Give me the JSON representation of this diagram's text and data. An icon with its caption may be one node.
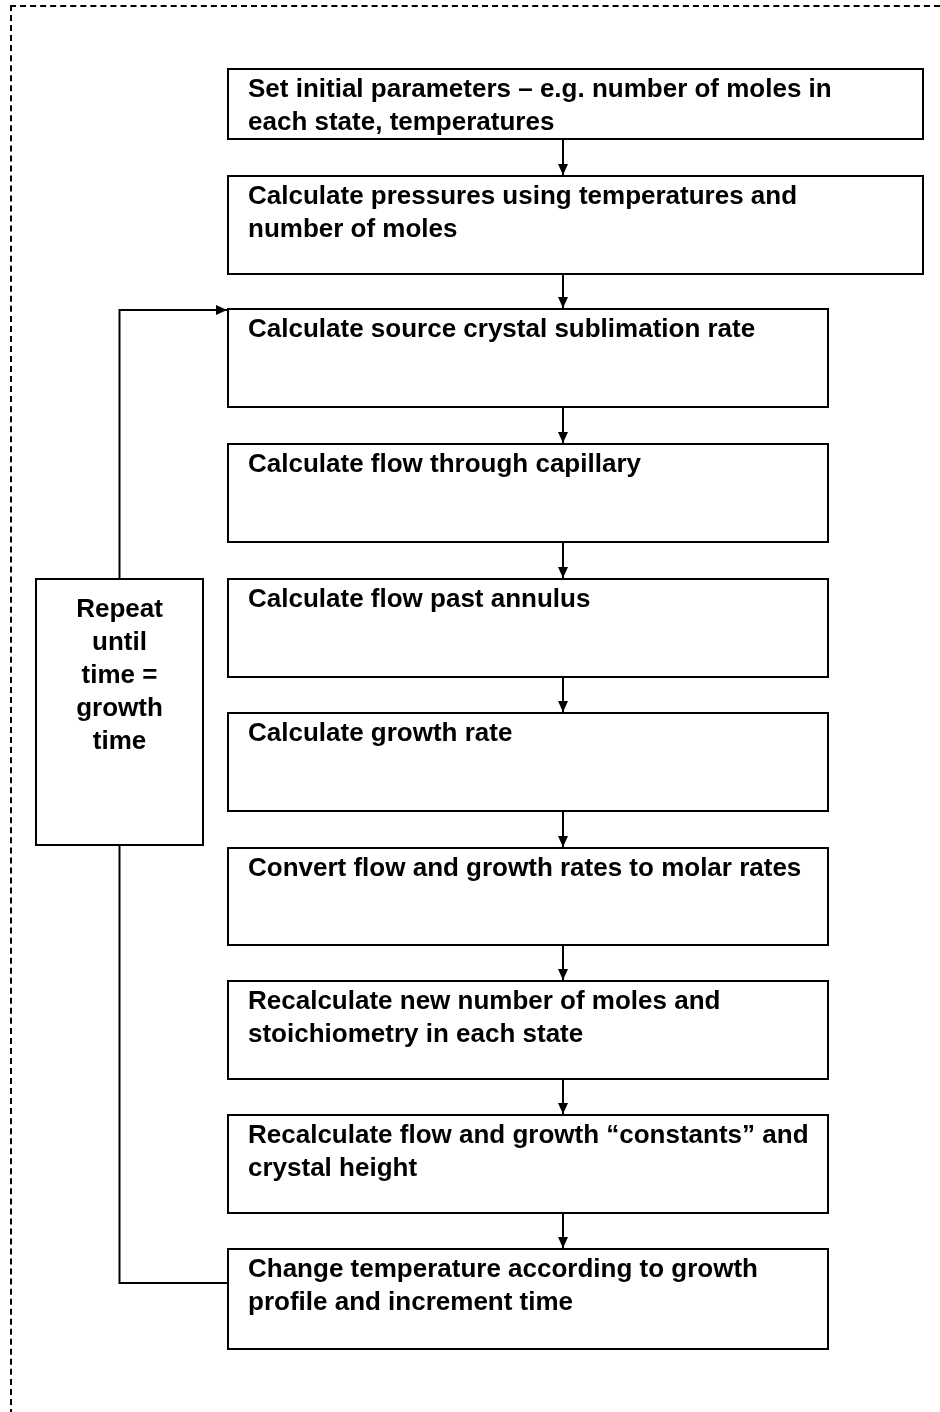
{
  "diagram": {
    "nodes": [
      {
        "text": [
          "Set initial parameters – e.g. number of moles in each state, temperatures"
        ]
      },
      {
        "text": [
          "Calculate pressures using temperatures and number of moles"
        ]
      },
      {
        "text": [
          "Calculate source crystal sublimation rate"
        ]
      },
      {
        "text": [
          "Calculate flow through capillary"
        ]
      },
      {
        "text": [
          "Calculate flow past annulus"
        ]
      },
      {
        "text": [
          "Calculate growth rate"
        ]
      },
      {
        "text": [
          "Convert flow and growth rates to molar rates"
        ]
      },
      {
        "text": [
          "Recalculate new number of moles and stoichiometry in each state"
        ]
      },
      {
        "text": [
          "Recalculate flow and growth “constants” and crystal height"
        ]
      },
      {
        "text": [
          "Change temperature according to growth profile and increment time"
        ]
      },
      {
        "text": [
          "Repeat until time = growth time"
        ]
      }
    ],
    "edges": [
      {
        "from": 0,
        "to": 1,
        "arrow": "to"
      },
      {
        "from": 1,
        "to": 2,
        "arrow": "to"
      },
      {
        "from": 2,
        "to": 3,
        "arrow": "to"
      },
      {
        "from": 3,
        "to": 4,
        "arrow": "to"
      },
      {
        "from": 4,
        "to": 5,
        "arrow": "to"
      },
      {
        "from": 5,
        "to": 6,
        "arrow": "to"
      },
      {
        "from": 6,
        "to": 7,
        "arrow": "to"
      },
      {
        "from": 7,
        "to": 8,
        "arrow": "to"
      },
      {
        "from": 8,
        "to": 9,
        "arrow": "to"
      },
      {
        "from": 9,
        "to": 10,
        "arrow": "none"
      },
      {
        "from": 10,
        "to": 2,
        "arrow": "to"
      }
    ]
  }
}
